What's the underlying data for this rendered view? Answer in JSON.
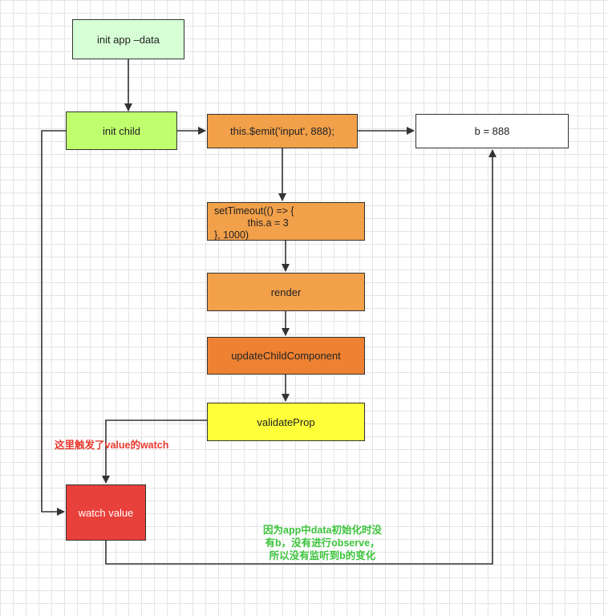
{
  "nodes": {
    "init_app": "init app –data",
    "init_child": "init child",
    "emit": "this.$emit('input', 888);",
    "b_value": "b = 888",
    "set_timeout": "setTimeout(() => {\n            this.a = 3\n}, 1000)",
    "render": "render",
    "update_child": "updateChildComponent",
    "validate_prop": "validateProp",
    "watch_value": "watch value"
  },
  "annotations": {
    "trigger": "这里触发了value的watch",
    "reason": "因为app中data初始化时没\n有b，没有进行observe，\n所以没有监听到b的变化"
  },
  "colors": {
    "init_app": "#d6ffd6",
    "init_child": "#bfff6e",
    "orange": "#f2a04a",
    "update": "#ee8232",
    "validate": "#ffff3a",
    "watch": "#e8403a",
    "trigger_text": "#e83a2e",
    "reason_text": "#3cc43c"
  }
}
